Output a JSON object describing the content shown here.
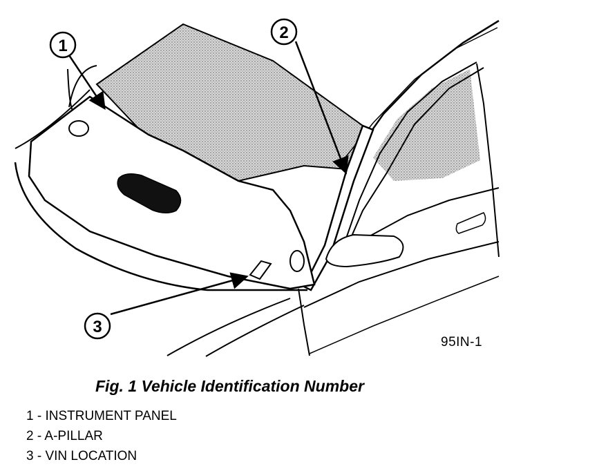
{
  "figure": {
    "code": "95IN-1",
    "caption": "Fig. 1 Vehicle Identification Number"
  },
  "callouts": [
    {
      "number": "1",
      "label": "INSTRUMENT PANEL"
    },
    {
      "number": "2",
      "label": "A-PILLAR"
    },
    {
      "number": "3",
      "label": "VIN LOCATION"
    }
  ],
  "legend": [
    "1 - INSTRUMENT PANEL",
    "2 - A-PILLAR",
    "3 - VIN LOCATION"
  ]
}
